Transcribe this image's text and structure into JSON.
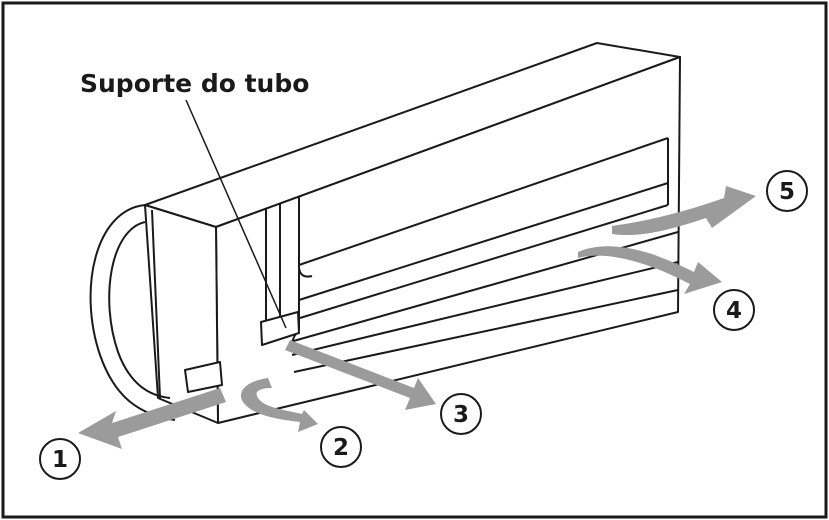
{
  "diagram": {
    "callout_label": "Suporte do tubo",
    "markers": [
      "1",
      "2",
      "3",
      "4",
      "5"
    ]
  },
  "colors": {
    "outline": "#1a1a1a",
    "arrow": "#9b9b9b",
    "background": "#ffffff"
  }
}
